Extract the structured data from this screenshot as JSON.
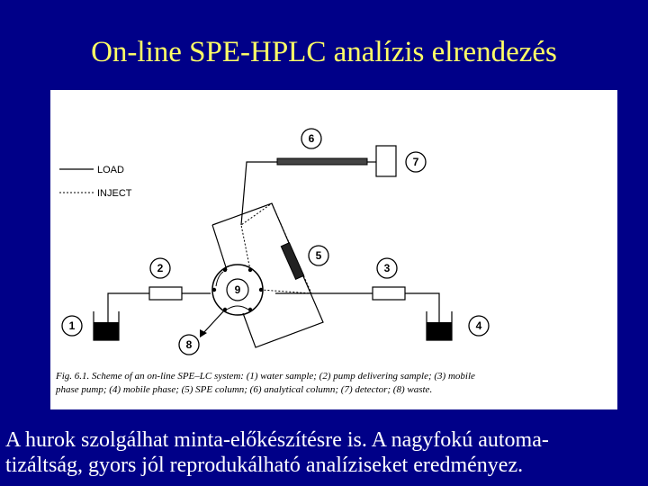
{
  "title": "On-line SPE-HPLC analízis elrendezés",
  "figure": {
    "legend": {
      "load": "LOAD",
      "inject": "INJECT"
    },
    "labels": [
      "1",
      "2",
      "3",
      "4",
      "5",
      "6",
      "7",
      "8",
      "9"
    ],
    "caption_line1": "Fig. 6.1. Scheme of an on-line SPE–LC system: (1) water sample; (2) pump delivering sample; (3) mobile",
    "caption_line2": "phase pump; (4) mobile phase; (5) SPE column; (6) analytical column; (7) detector; (8) waste."
  },
  "body": {
    "line1": "A hurok szolgálhat minta-előkészítésre is. A nagyfokú automa-",
    "line2": "tizáltság, gyors jól reprodukálható analíziseket eredményez."
  }
}
